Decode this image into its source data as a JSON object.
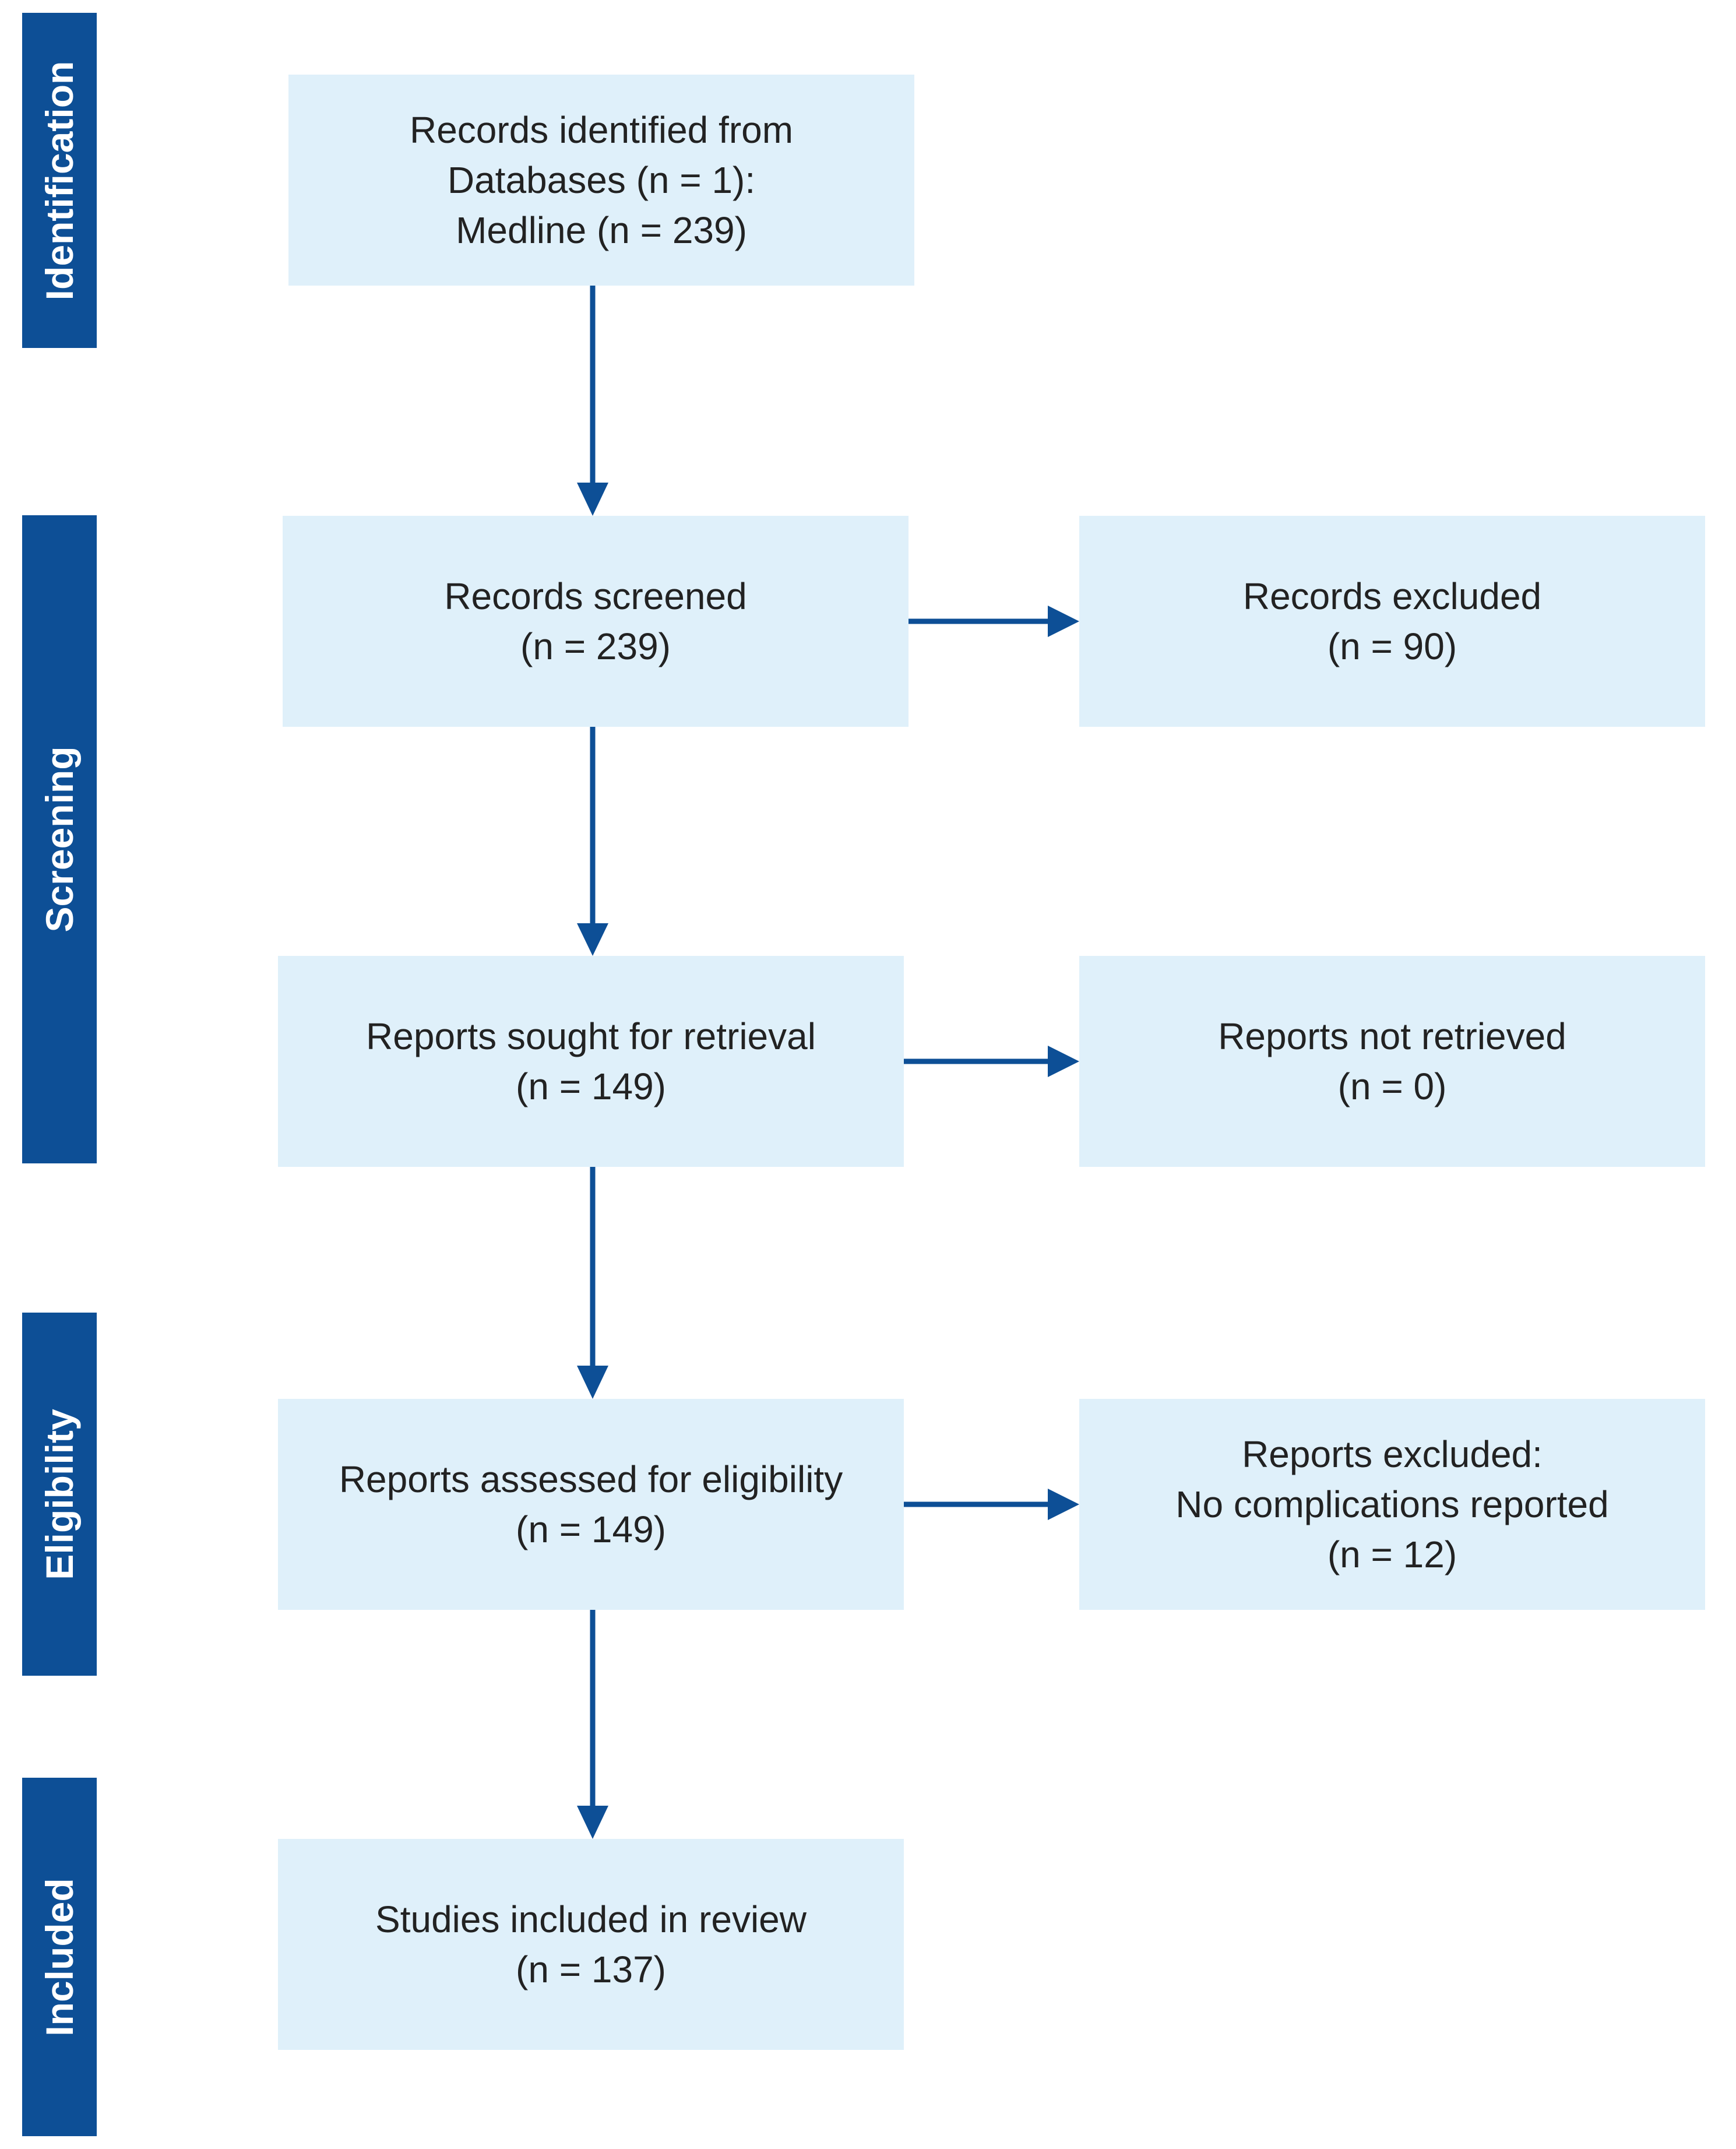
{
  "colors": {
    "stage_bg": "#0d4f96",
    "box_bg": "#dff0fa",
    "arrow": "#0d4f96",
    "text": "#222222"
  },
  "stages": {
    "identification": "Identification",
    "screening": "Screening",
    "eligibility": "Eligibility",
    "included": "Included"
  },
  "boxes": {
    "records_identified": {
      "line1": "Records identified from",
      "line2": "Databases (n = 1):",
      "line3": "Medline (n = 239)"
    },
    "records_screened": {
      "line1": "Records screened",
      "line2": "(n = 239)"
    },
    "records_excluded": {
      "line1": "Records excluded",
      "line2": "(n = 90)"
    },
    "reports_sought": {
      "line1": "Reports sought for retrieval",
      "line2": "(n = 149)"
    },
    "reports_not_retrieved": {
      "line1": "Reports not retrieved",
      "line2": "(n = 0)"
    },
    "reports_assessed": {
      "line1": "Reports assessed for eligibility",
      "line2": "(n = 149)"
    },
    "reports_excluded": {
      "line1": "Reports excluded:",
      "line2": "No complications reported",
      "line3": "(n = 12)"
    },
    "studies_included": {
      "line1": "Studies included in review",
      "line2": "(n = 137)"
    }
  }
}
